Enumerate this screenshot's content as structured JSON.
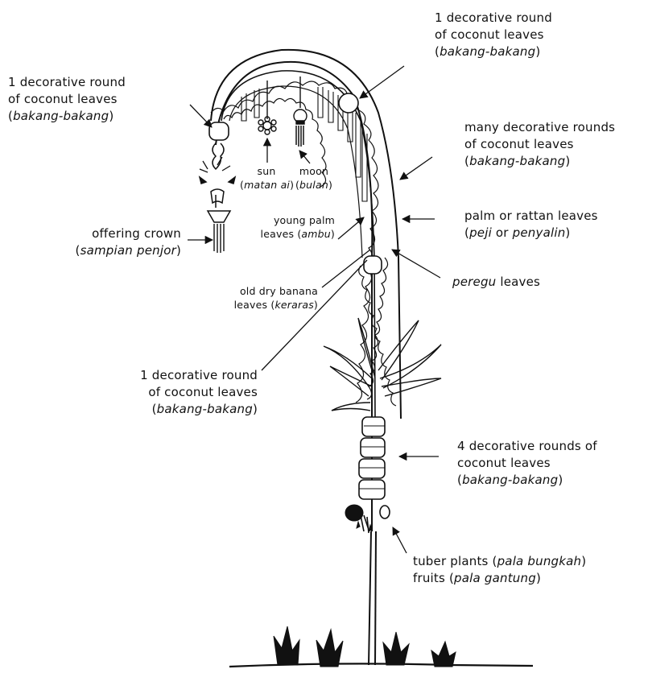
{
  "labels": {
    "top_right": {
      "l1": "1 decorative round",
      "l2": "of coconut leaves",
      "open": "(",
      "name": "bakang-bakang",
      "close": ")"
    },
    "top_left": {
      "l1": "1 decorative round",
      "l2": "of coconut leaves",
      "open": "(",
      "name": "bakang-bakang",
      "close": ")"
    },
    "many_rounds": {
      "l1": "many decorative rounds",
      "l2": "of coconut leaves",
      "open": "(",
      "name": "bakang-bakang",
      "close": ")"
    },
    "sun": {
      "l1": "sun",
      "open": "(",
      "name": "matan ai",
      "close": ")"
    },
    "moon": {
      "l1": "moon",
      "open": "(",
      "name": "bulan",
      "close": ")"
    },
    "offering": {
      "l1": "offering crown",
      "open": "(",
      "name": "sampian penjor",
      "close": ")"
    },
    "young_palm": {
      "l1": "young palm",
      "l2a": "leaves (",
      "name": "ambu",
      "close": ")"
    },
    "palm_rattan": {
      "l1": "palm or rattan leaves",
      "open": "(",
      "name1": "peji",
      "or": " or ",
      "name2": "penyalin",
      "close": ")"
    },
    "peregu": {
      "name": "peregu",
      "rest": " leaves"
    },
    "old_banana": {
      "l1": "old dry banana",
      "l2a": "leaves (",
      "name": "keraras",
      "close": ")"
    },
    "mid_round": {
      "l1": "1 decorative round",
      "l2": "of coconut leaves",
      "open": "(",
      "name": "bakang-bakang",
      "close": ")"
    },
    "four_rounds": {
      "l1": "4 decorative rounds of",
      "l2": "coconut leaves",
      "open": "(",
      "name": "bakang-bakang",
      "close": ")"
    },
    "tuber": {
      "l1a": "tuber plants (",
      "name1": "pala bungkah",
      "close1": ")",
      "l2a": "fruits (",
      "name2": "pala gantung",
      "close2": ")"
    }
  }
}
